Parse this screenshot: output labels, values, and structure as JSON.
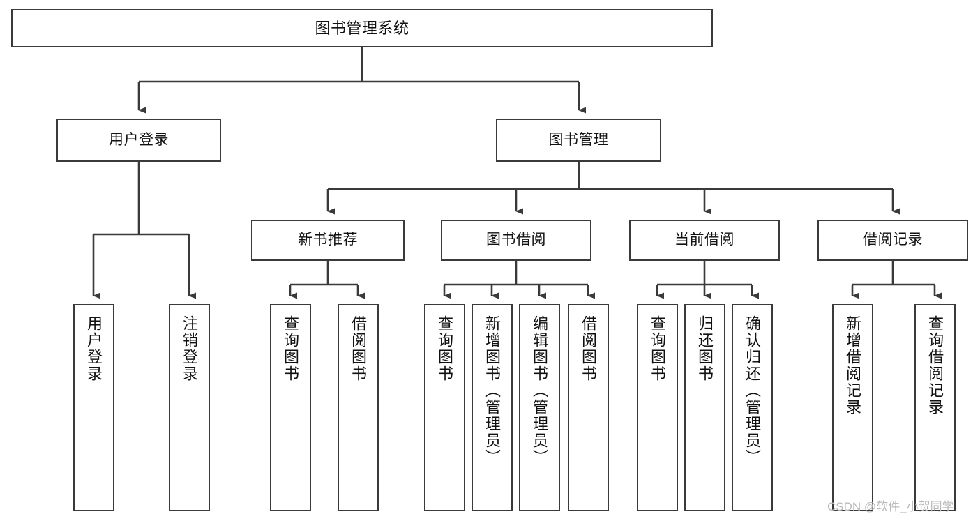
{
  "diagram": {
    "type": "tree-hierarchy-chart",
    "title": "图书管理系统",
    "orientation": "top-down",
    "colors": {
      "background": "#ffffff",
      "box_border": "#3a3a3a",
      "box_fill": "#ffffff",
      "connector": "#3a3a3a",
      "text": "#111111",
      "watermark": "#b9b9b9"
    },
    "watermark": "CSDN @软件_小贺同学",
    "nodes": {
      "root": {
        "label": "图书管理系统"
      },
      "level2": [
        {
          "label": "用户登录"
        },
        {
          "label": "图书管理"
        }
      ],
      "level3": [
        {
          "label": "新书推荐"
        },
        {
          "label": "图书借阅"
        },
        {
          "label": "当前借阅"
        },
        {
          "label": "借阅记录"
        }
      ],
      "leaves": {
        "user_login": [
          {
            "label": "用户登录"
          },
          {
            "label": "注销登录"
          }
        ],
        "new_book_recommend": [
          {
            "label": "查询图书"
          },
          {
            "label": "借阅图书"
          }
        ],
        "book_borrow": [
          {
            "label": "查询图书"
          },
          {
            "label": "新增图书（管理员）"
          },
          {
            "label": "编辑图书（管理员）"
          },
          {
            "label": "借阅图书"
          }
        ],
        "current_borrow": [
          {
            "label": "查询图书"
          },
          {
            "label": "归还图书"
          },
          {
            "label": "确认归还（管理员）"
          }
        ],
        "borrow_record": [
          {
            "label": "新增借阅记录"
          },
          {
            "label": "查询借阅记录"
          }
        ]
      }
    }
  }
}
